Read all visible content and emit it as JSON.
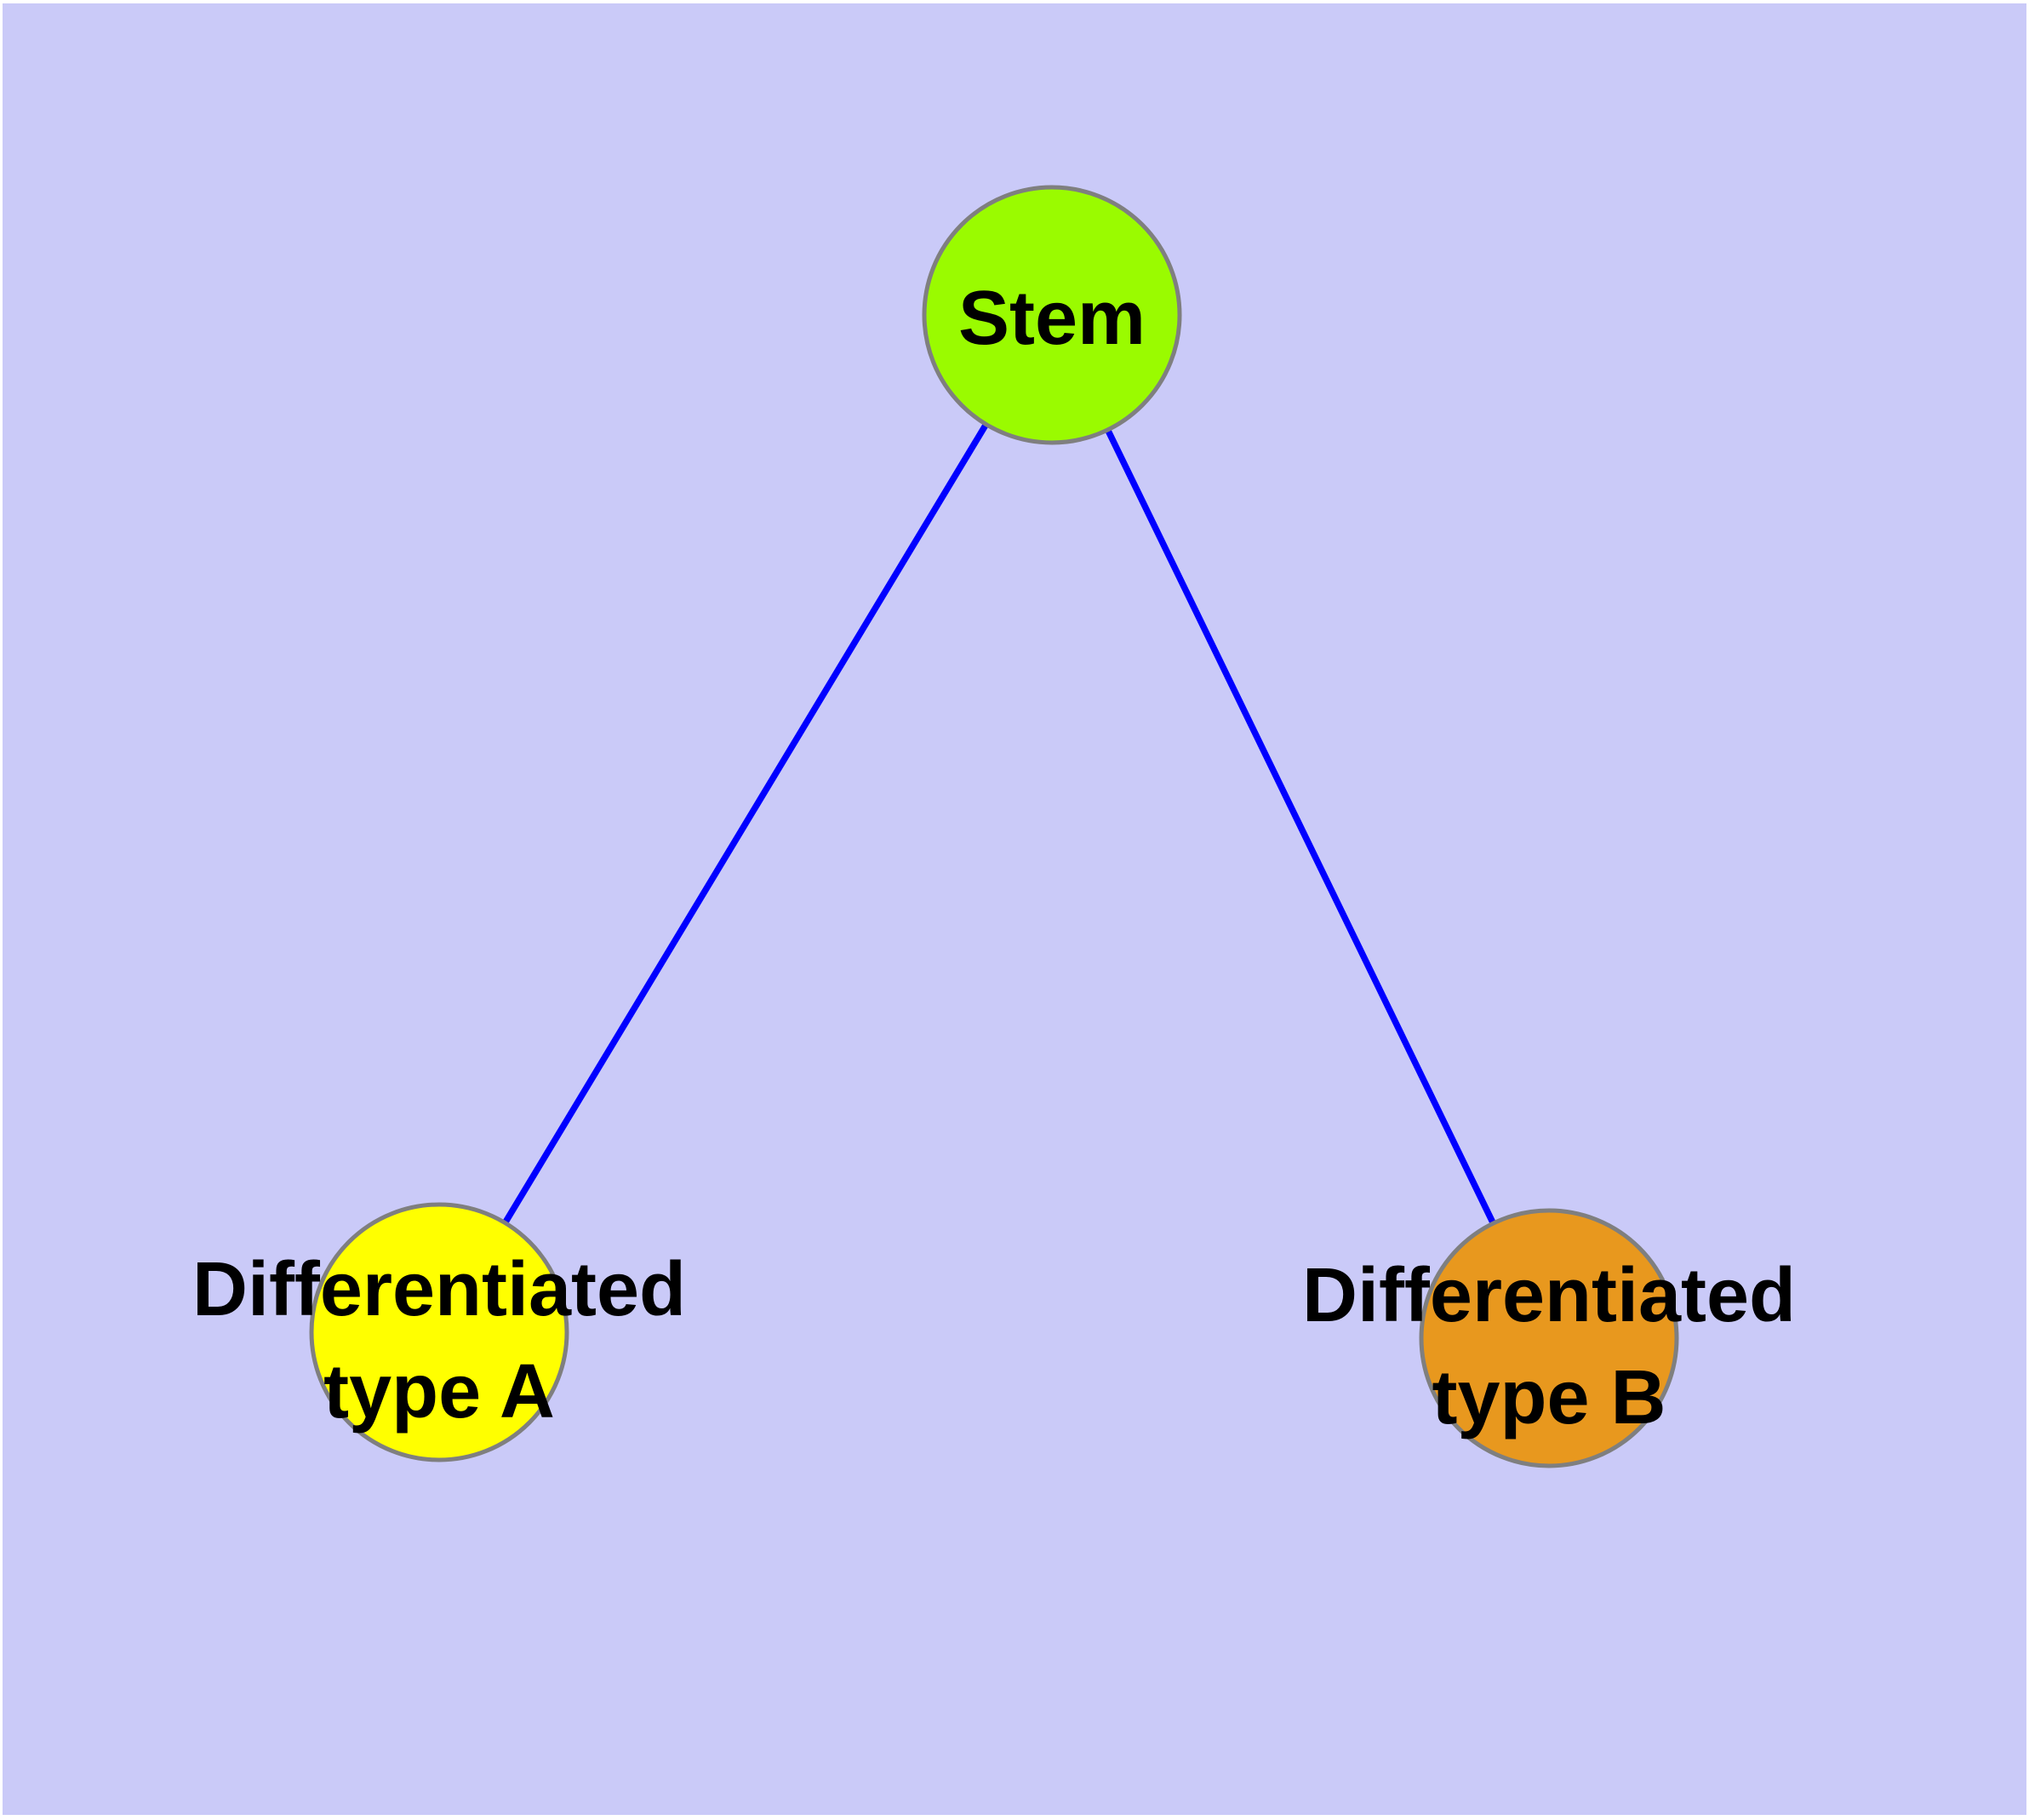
{
  "canvas": {
    "background_color": "#CACAF8",
    "frame_color": "#FFFFFF"
  },
  "graph": {
    "type": "node-link-diagram",
    "edge_color": "#0000FF",
    "edge_width": "7.5",
    "node_border_color": "#7F7F7F",
    "node_border_width": "5",
    "node_radius": "150",
    "label_color": "#000000",
    "nodes": [
      {
        "id": "stem",
        "label": "Stem",
        "fill": "#9AFB00",
        "lines": [
          "Stem"
        ]
      },
      {
        "id": "differentiated-type-a",
        "label": "Differentiated type A",
        "fill": "#FFFF00",
        "lines": [
          "Differentiated",
          "type A"
        ]
      },
      {
        "id": "differentiated-type-b",
        "label": "Differentiated type B",
        "fill": "#E8981E",
        "lines": [
          "Differentiated",
          "type B"
        ]
      }
    ],
    "edges": [
      {
        "from": "stem",
        "to": "differentiated-type-a"
      },
      {
        "from": "stem",
        "to": "differentiated-type-b"
      }
    ]
  }
}
